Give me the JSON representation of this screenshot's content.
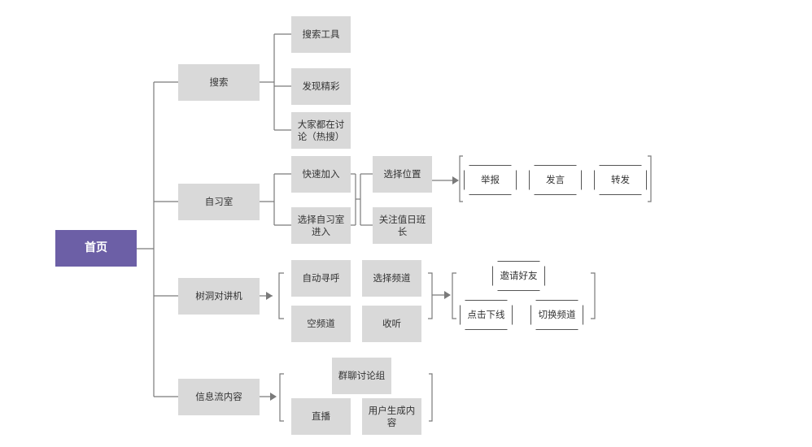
{
  "root": "首页",
  "branches": {
    "search": {
      "label": "搜索",
      "children": [
        "搜索工具",
        "发现精彩",
        "大家都在讨论（热搜）"
      ]
    },
    "study_room": {
      "label": "自习室",
      "children": [
        "快速加入",
        "选择自习室进入"
      ],
      "next": [
        "选择位置",
        "关注值日班长"
      ],
      "actions": [
        "举报",
        "发言",
        "转发"
      ]
    },
    "treehole": {
      "label": "树洞对讲机",
      "children": [
        "自动寻呼",
        "空频道"
      ],
      "next": [
        "选择频道",
        "收听"
      ],
      "actions": [
        "邀请好友",
        "点击下线",
        "切换频道"
      ]
    },
    "feed": {
      "label": "信息流内容",
      "children": [
        "群聊讨论组",
        "直播",
        "用户生成内容"
      ]
    }
  }
}
